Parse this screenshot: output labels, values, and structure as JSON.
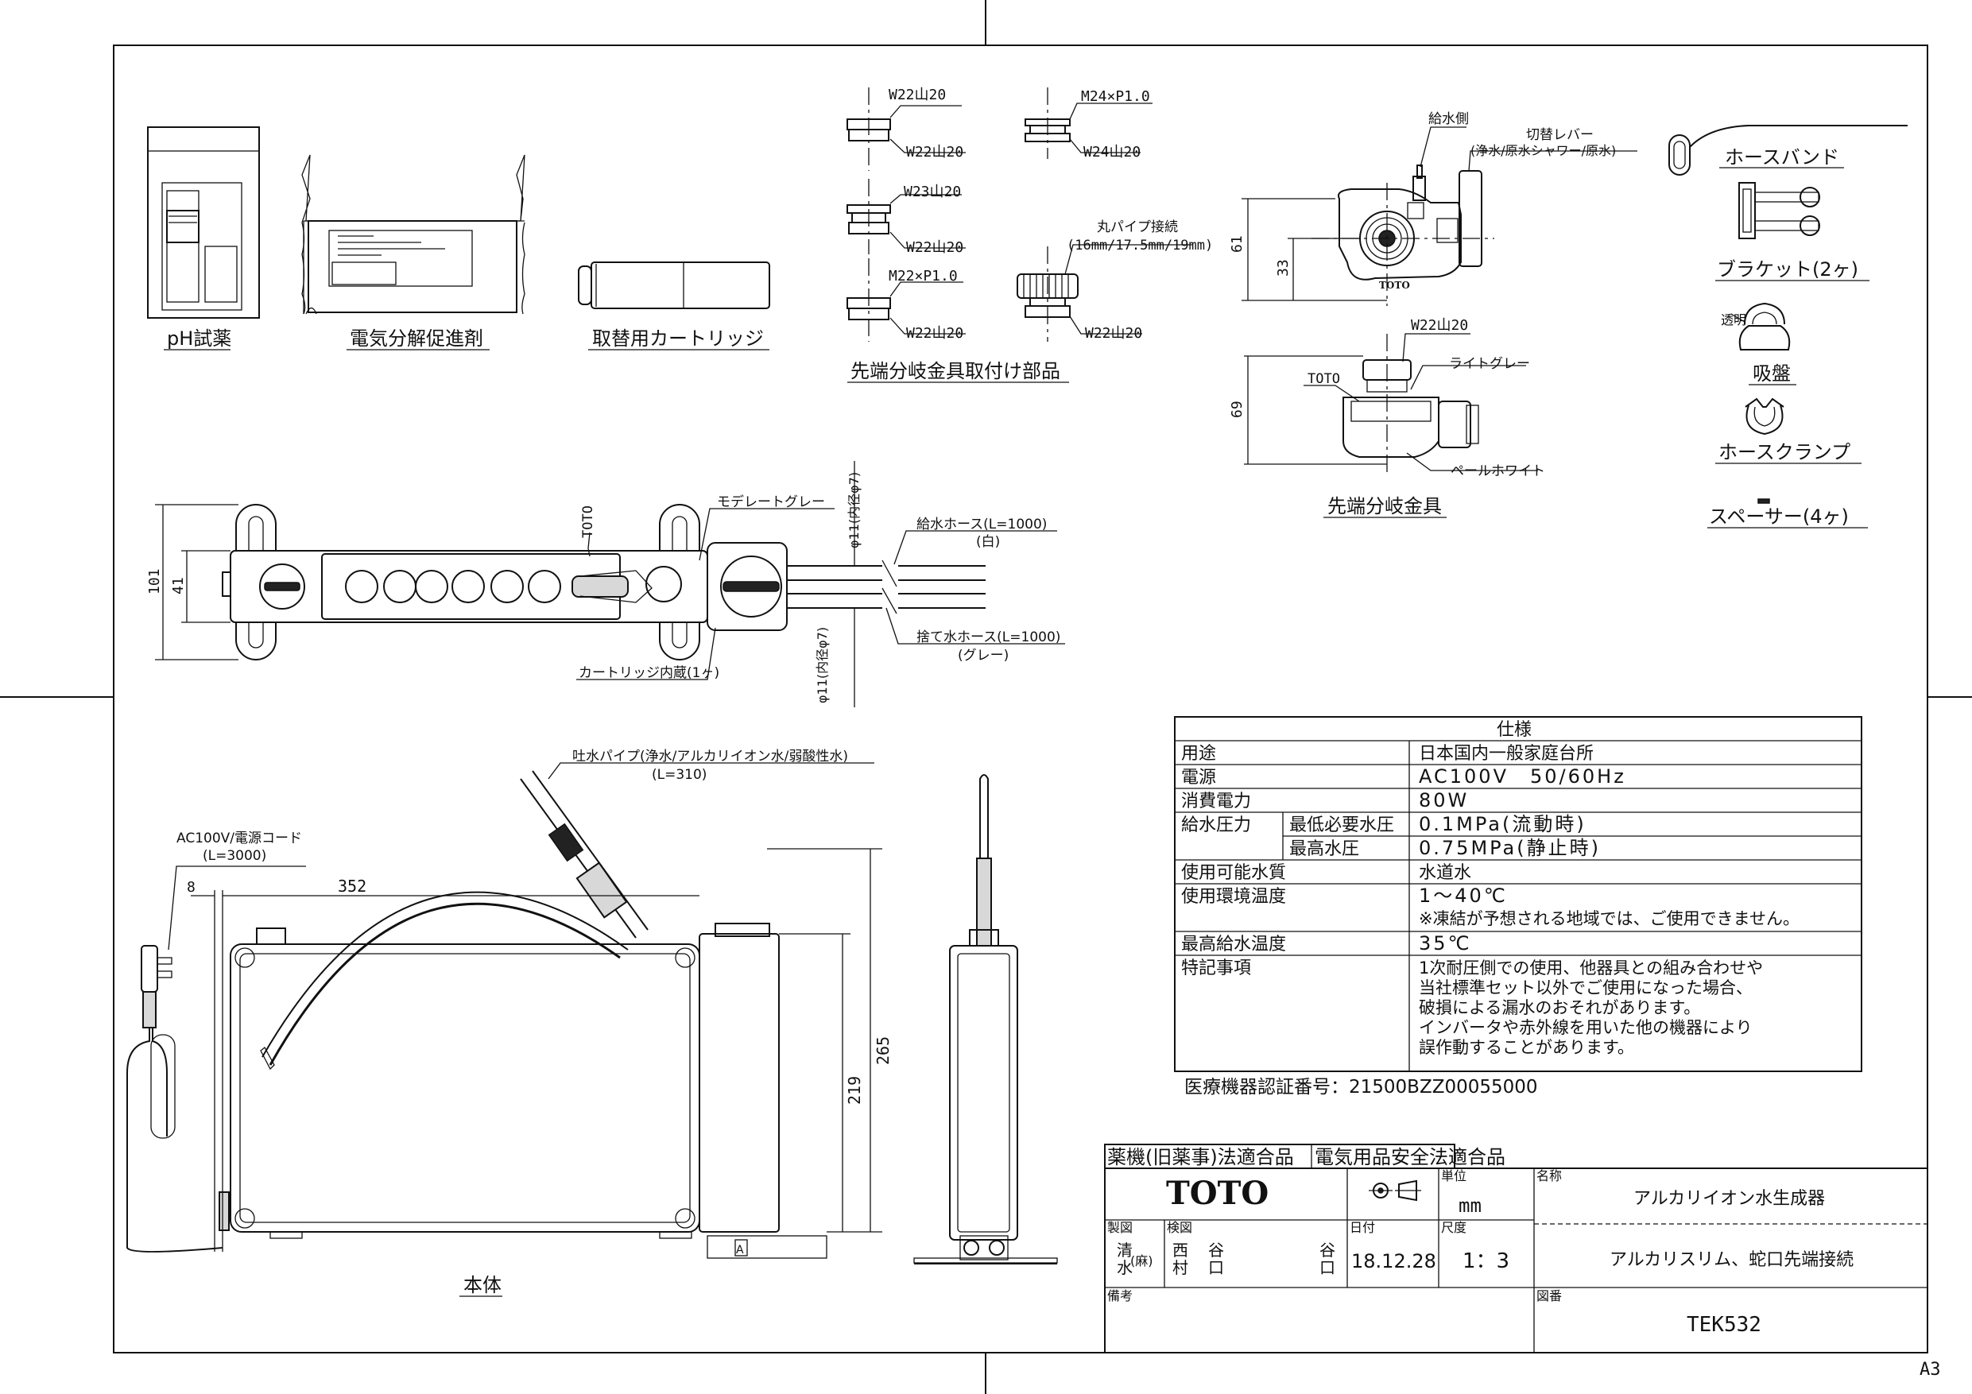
{
  "drawing": {
    "sheet_size": "A3",
    "company_logo": "TOTO",
    "product_name": "アルカリイオン水生成器",
    "product_subtitle": "アルカリスリム、蛇口先端接続",
    "drawing_number": "TEK532",
    "unit_label": "単位",
    "unit_value": "mm",
    "scale_label": "尺度",
    "scale_value": "1：3",
    "date_label": "日付",
    "date_value": "18.12.28",
    "name_label": "名称",
    "drawn_label": "製図",
    "checked_label": "検図",
    "remarks_label": "備考",
    "drawing_no_label": "図番",
    "drawn_by": [
      "清",
      "水",
      "(麻)"
    ],
    "checked_by": [
      "西",
      "村"
    ],
    "checked_by_2": [
      "谷",
      "口"
    ],
    "checked_by_3": [
      "谷",
      "口"
    ],
    "compliance_1": "薬機(旧薬事)法適合品",
    "compliance_2": "電気用品安全法適合品",
    "certification": "医療機器認証番号：21500BZZ00055000"
  },
  "accessories": {
    "ph_reagent": "pH試薬",
    "electrolysis_agent": "電気分解促進剤",
    "cartridge": "取替用カートリッジ",
    "fitting_parts": "先端分岐金具取付け部品",
    "tip_fitting": "先端分岐金具",
    "hose_band": "ホースバンド",
    "bracket": "ブラケット(2ヶ)",
    "suction_cup": "吸盤",
    "hose_clamp": "ホースクランプ",
    "spacer": "スペーサー(4ヶ)",
    "transparent": "透明",
    "body": "本体"
  },
  "fitting_labels": {
    "a_top": "W22山20",
    "a_bot": "W22山20",
    "b_top": "W23山20",
    "b_bot": "W22山20",
    "c_top": "M22×P1.0",
    "c_bot": "W22山20",
    "d_top": "M24×P1.0",
    "d_bot": "W24山20",
    "e_top": "丸パイプ接続",
    "e_mid": "(16mm/17.5mm/19mm)",
    "e_bot": "W22山20"
  },
  "tip_labels": {
    "water_side": "給水側",
    "lever": "切替レバー",
    "lever_modes": "(浄水/原水シャワー/原水)",
    "thread": "W22山20",
    "light_gray": "ライトグレー",
    "toto": "TOTO",
    "pale_white": "ペールホワイト",
    "dim_61": "61",
    "dim_33": "33",
    "dim_69": "69"
  },
  "top_view_labels": {
    "moderate_gray": "モデレートグレー",
    "toto": "TOTO",
    "supply_hose": "給水ホース(L=1000)",
    "supply_color": "(白)",
    "drain_hose": "捨て水ホース(L=1000)",
    "drain_color": "(グレー)",
    "inner_dia_1": "φ11(内径φ7)",
    "inner_dia_2": "φ11(内径φ7)",
    "cartridge_inside": "カートリッジ内蔵(1ヶ)",
    "dim_101": "101",
    "dim_41": "41"
  },
  "body_labels": {
    "spout_pipe": "吐水パイプ(浄水/アルカリイオン水/弱酸性水)",
    "spout_len": "(L=310)",
    "power_cord": "AC100V/電源コード",
    "cord_len": "(L=3000)",
    "dim_8": "8",
    "dim_352": "352",
    "dim_219": "219",
    "dim_265": "265"
  },
  "spec_table": {
    "title": "仕様",
    "rows": [
      {
        "label": "用途",
        "value": "日本国内一般家庭台所"
      },
      {
        "label": "電源",
        "value": "AC100V　50/60Hz"
      },
      {
        "label": "消費電力",
        "value": "80W"
      },
      {
        "label": "給水圧力",
        "sub": "最低必要水圧",
        "value": "0.1MPa(流動時)"
      },
      {
        "label": "",
        "sub": "最高水圧",
        "value": "0.75MPa(静止時)"
      },
      {
        "label": "使用可能水質",
        "value": "水道水"
      },
      {
        "label": "使用環境温度",
        "value": "1～40℃",
        "value2": "※凍結が予想される地域では、ご使用できません。"
      },
      {
        "label": "最高給水温度",
        "value": "35℃"
      },
      {
        "label": "特記事項",
        "lines": [
          "1次耐圧側での使用、他器具との組み合わせや",
          "当社標準セット以外でご使用になった場合、",
          "破損による漏水のおそれがあります。",
          "インバータや赤外線を用いた他の機器により",
          "誤作動することがあります。"
        ]
      }
    ]
  }
}
